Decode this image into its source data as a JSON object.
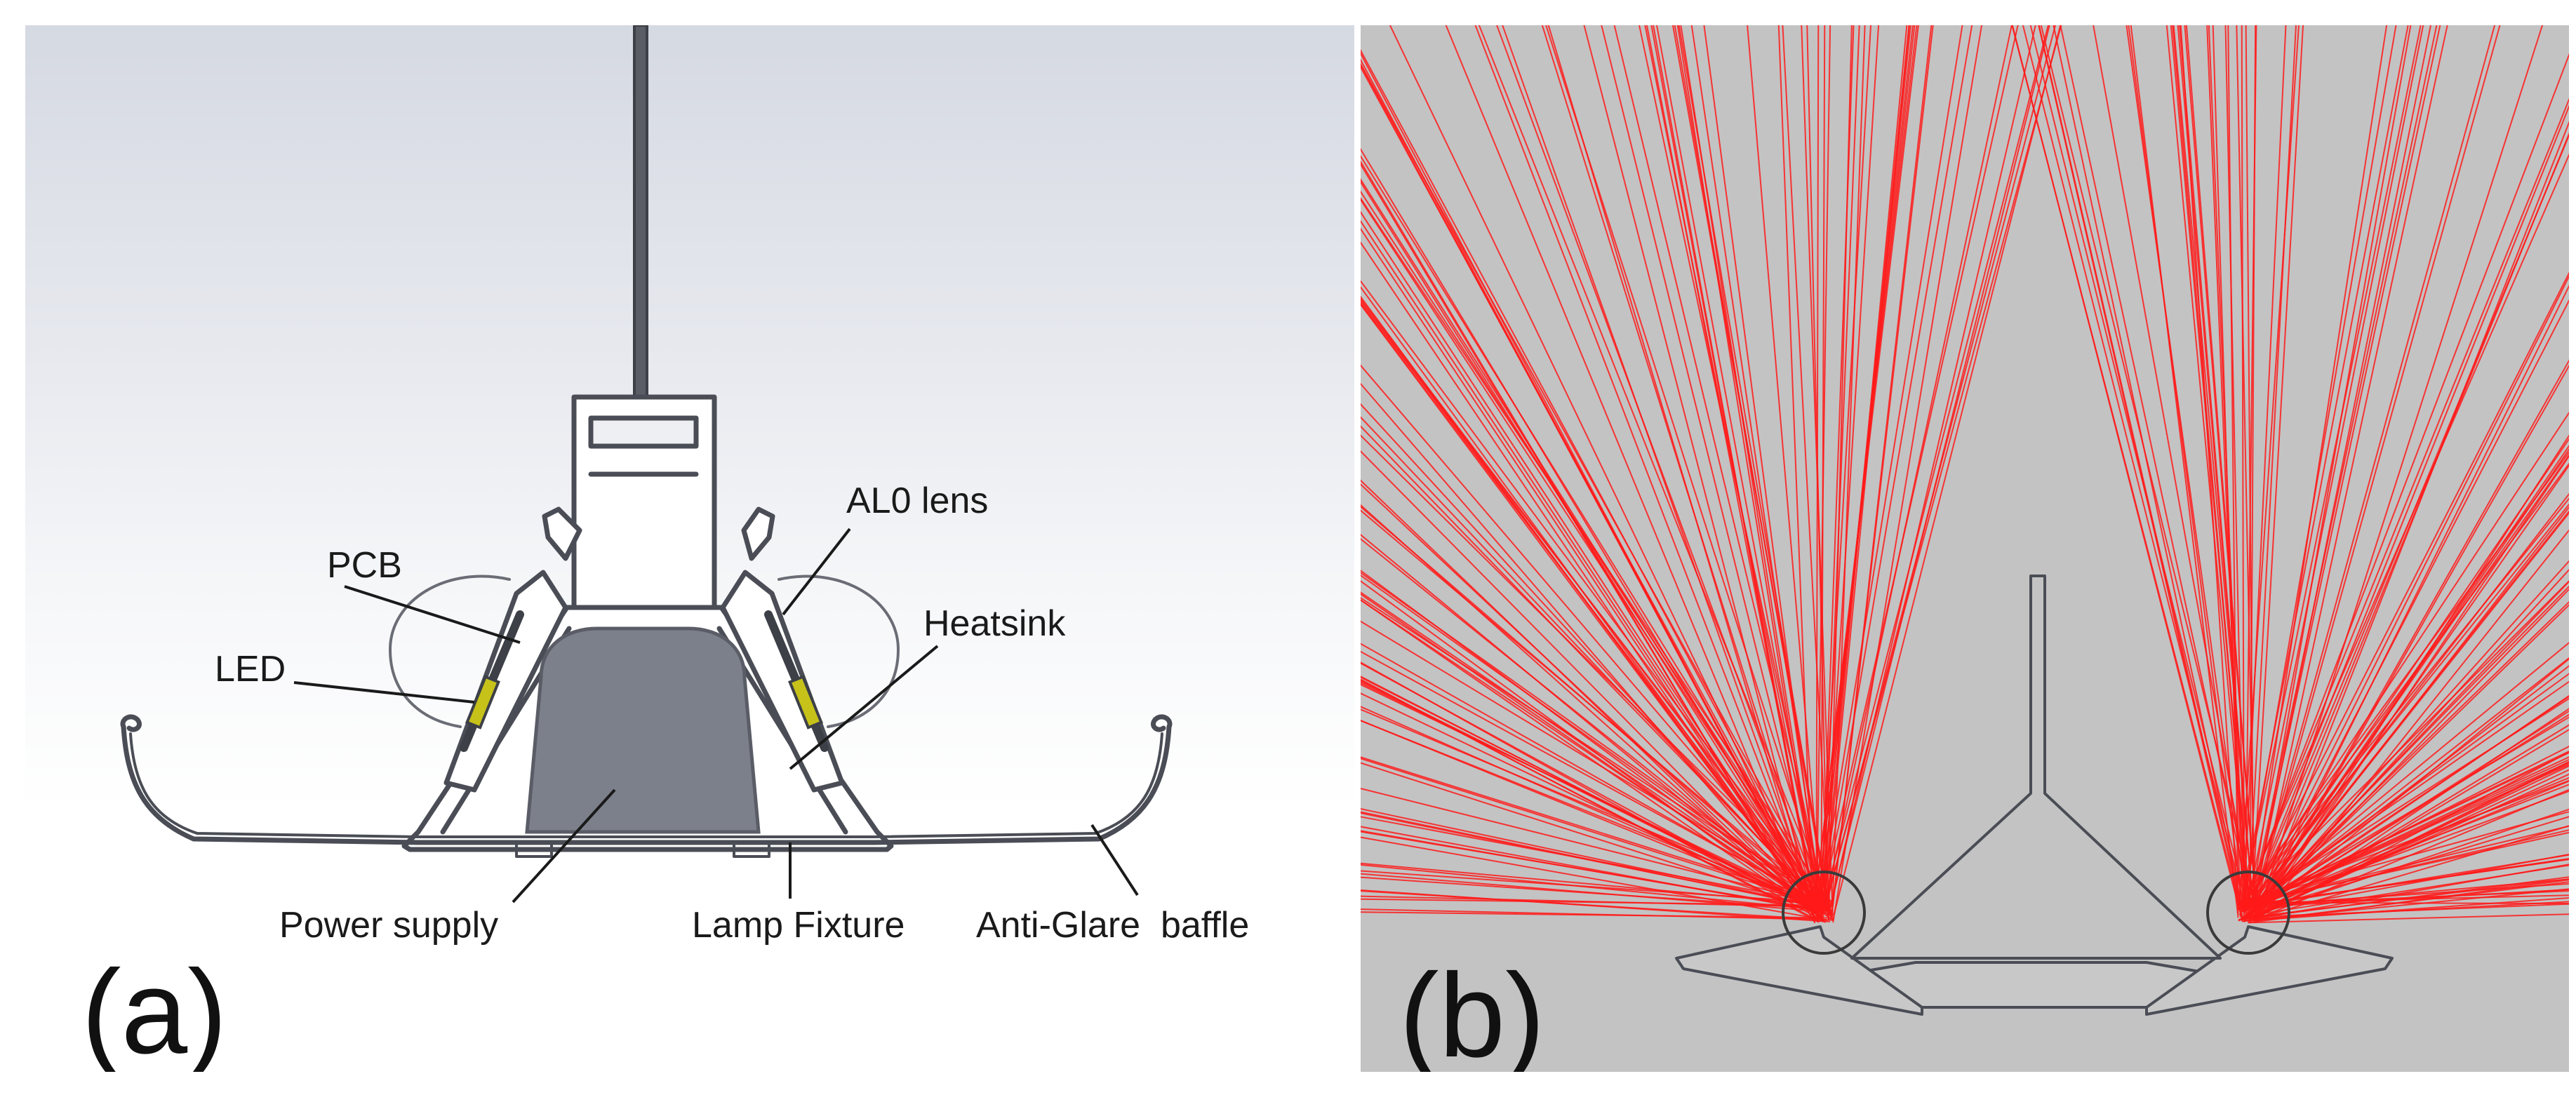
{
  "colors": {
    "outline": "#4a4d55",
    "lamp_body": "#7c808b",
    "led_chip": "#c6c21a",
    "ray": "#ff1a1a",
    "raytrace_bg": "#c3c3c3"
  },
  "panel_a": {
    "tag": "(a)",
    "labels": {
      "pcb": "PCB",
      "led": "LED",
      "al0_lens": "AL0 lens",
      "heatsink": "Heatsink",
      "power_supply": "Power supply",
      "lamp_fixture": "Lamp Fixture",
      "anti_glare_baffle": "Anti-Glare  baffle"
    }
  },
  "panel_b": {
    "tag": "(b)"
  }
}
